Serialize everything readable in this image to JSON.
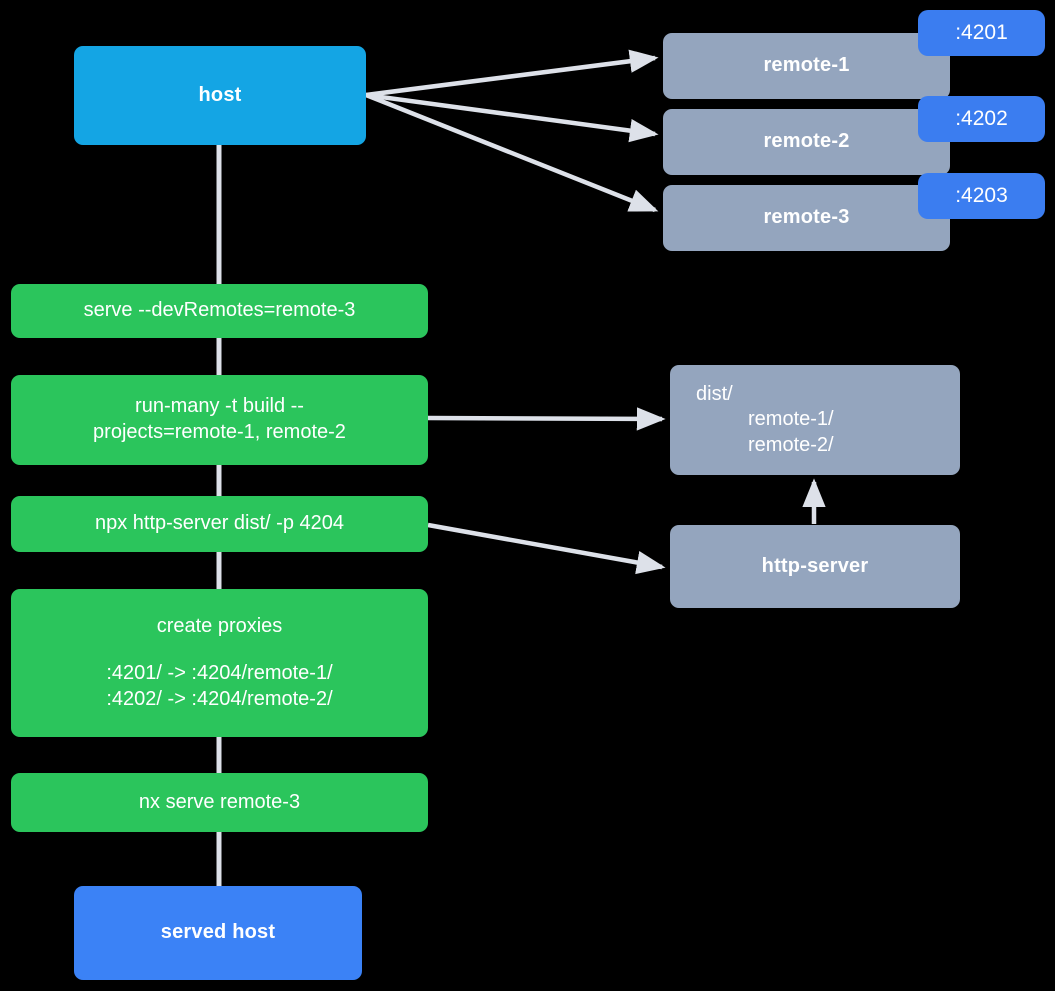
{
  "diagram": {
    "type": "flow-diagram",
    "background_color": "#000000",
    "palette": {
      "host": "#14A5E4",
      "served_host": "#3B82F6",
      "command": "#2BC55C",
      "node_gray": "#94A5BE",
      "port_badge": "#3B7DF0",
      "edge": "#DDE1E9",
      "text": "#FFFFFF"
    },
    "nodes": {
      "host": {
        "label": "host"
      },
      "remotes": [
        {
          "label": "remote-1",
          "port": ":4201"
        },
        {
          "label": "remote-2",
          "port": ":4202"
        },
        {
          "label": "remote-3",
          "port": ":4203"
        }
      ],
      "commands": [
        {
          "id": "serve-devremotes",
          "lines": [
            "serve --devRemotes=remote-3"
          ]
        },
        {
          "id": "run-many",
          "lines": [
            "run-many -t build --",
            "projects=remote-1, remote-2"
          ]
        },
        {
          "id": "npx-http-server",
          "lines": [
            "npx http-server dist/ -p 4204"
          ]
        },
        {
          "id": "create-proxies",
          "title": "create proxies",
          "lines": [
            ":4201/ -> :4204/remote-1/",
            ":4202/ -> :4204/remote-2/"
          ]
        },
        {
          "id": "nx-serve-remote-3",
          "lines": [
            "nx serve remote-3"
          ]
        }
      ],
      "dist": {
        "root": "dist/",
        "children": [
          "remote-1/",
          "remote-2/"
        ]
      },
      "http_server": {
        "label": "http-server"
      },
      "served_host": {
        "label": "served host"
      }
    },
    "edges": [
      {
        "from": "host",
        "to": "remote-1",
        "style": "arrow"
      },
      {
        "from": "host",
        "to": "remote-2",
        "style": "arrow"
      },
      {
        "from": "host",
        "to": "remote-3",
        "style": "arrow"
      },
      {
        "from": "host",
        "to": "serve-devremotes",
        "style": "line"
      },
      {
        "from": "serve-devremotes",
        "to": "run-many",
        "style": "line"
      },
      {
        "from": "run-many",
        "to": "dist",
        "style": "arrow"
      },
      {
        "from": "run-many",
        "to": "npx-http-server",
        "style": "line"
      },
      {
        "from": "npx-http-server",
        "to": "http-server",
        "style": "arrow"
      },
      {
        "from": "http-server",
        "to": "dist",
        "style": "arrow"
      },
      {
        "from": "npx-http-server",
        "to": "create-proxies",
        "style": "line"
      },
      {
        "from": "create-proxies",
        "to": "nx-serve-remote-3",
        "style": "line"
      },
      {
        "from": "nx-serve-remote-3",
        "to": "served-host",
        "style": "line"
      }
    ]
  }
}
